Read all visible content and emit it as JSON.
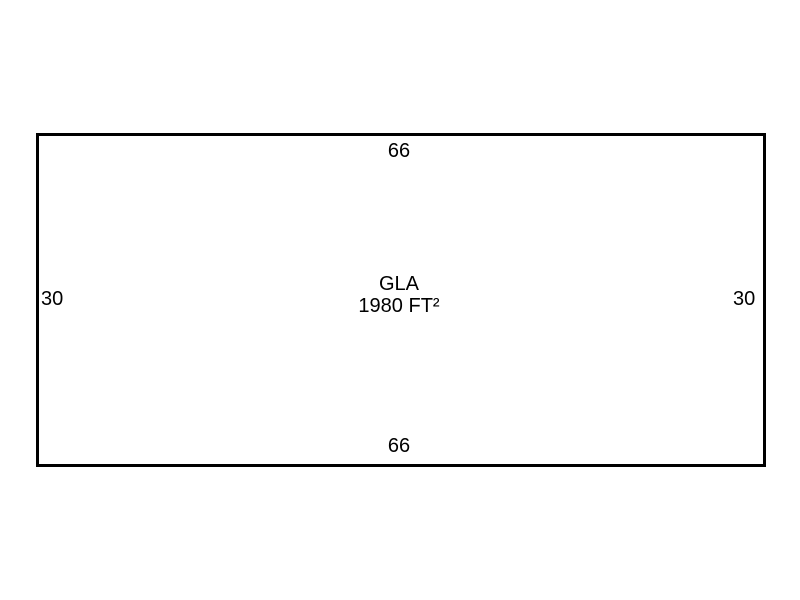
{
  "sketch": {
    "area_label": "GLA",
    "area_value": "1980 FT²",
    "dimensions": {
      "top": "66",
      "bottom": "66",
      "left": "30",
      "right": "30"
    }
  }
}
